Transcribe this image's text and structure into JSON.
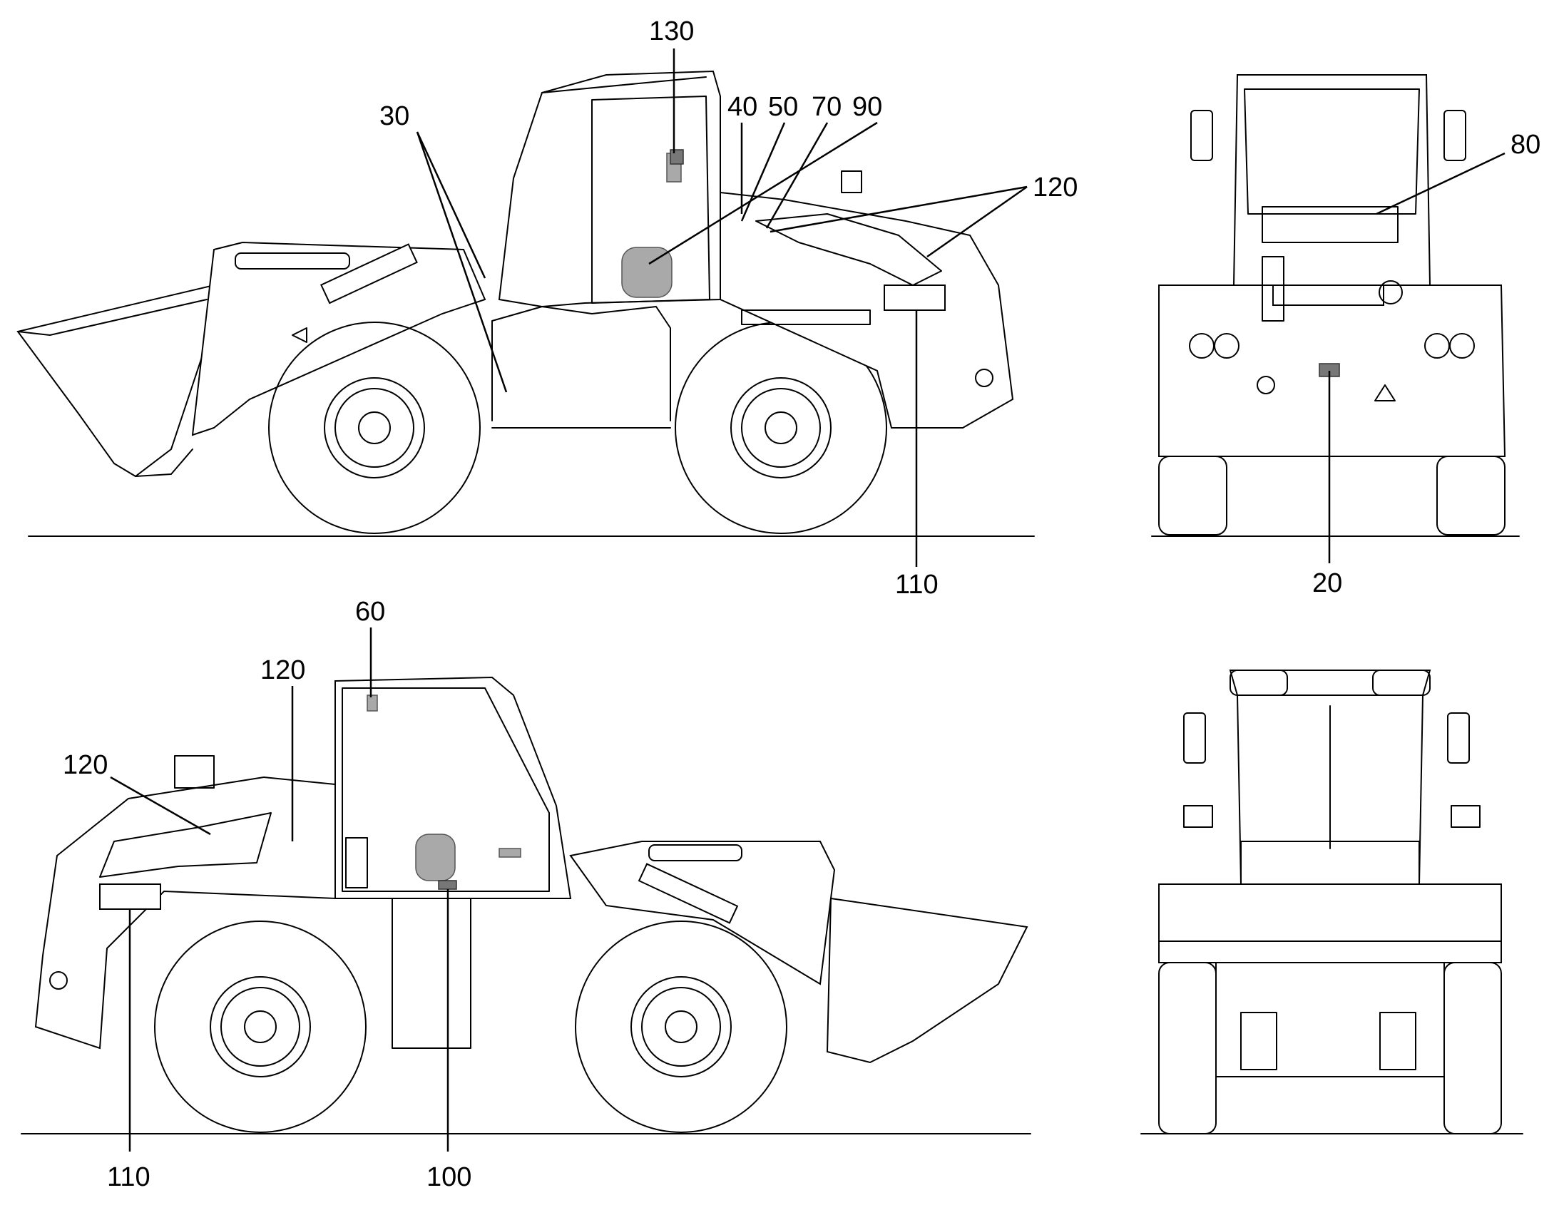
{
  "callouts": {
    "c130": "130",
    "c30": "30",
    "c40": "40",
    "c50": "50",
    "c70": "70",
    "c90": "90",
    "c120_top": "120",
    "c110_top": "110",
    "c80": "80",
    "c20": "20",
    "c60": "60",
    "c120_b1": "120",
    "c120_b2": "120",
    "c110_bottom": "110",
    "c100": "100"
  },
  "colors": {
    "line": "#000000",
    "decal": "#a9a9a9",
    "background": "#ffffff"
  }
}
